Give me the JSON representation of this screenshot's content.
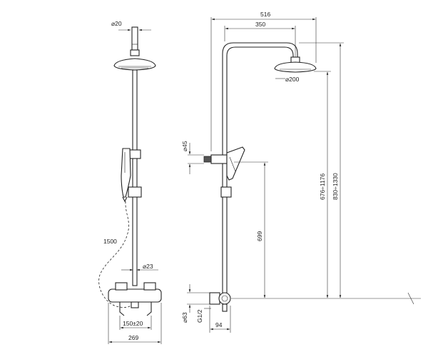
{
  "dimensions": {
    "d20": "⌀20",
    "d200": "⌀200",
    "d45": "⌀45",
    "d23": "⌀23",
    "d63": "⌀63",
    "w516": "516",
    "w350": "350",
    "h676_1176": "676÷1176",
    "h830_1330": "830÷1330",
    "h699": "699",
    "hose1500": "1500",
    "w269": "269",
    "w150_20": "150±20",
    "w94": "94",
    "g12": "G1/2"
  }
}
